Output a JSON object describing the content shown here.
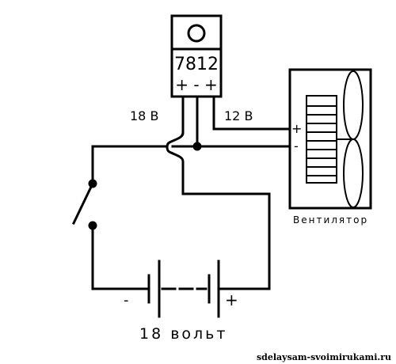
{
  "regulator": {
    "label": "7812",
    "pins": "+ - +"
  },
  "labels": {
    "input_voltage": "18 В",
    "output_voltage": "12 В",
    "fan_plus": "+",
    "fan_minus": "-",
    "fan_name": "Вентилятор",
    "battery_minus": "-",
    "battery_plus": "+",
    "battery_label": "18 вольт"
  },
  "watermark": "sdelaysam-svoimirukami.ru"
}
